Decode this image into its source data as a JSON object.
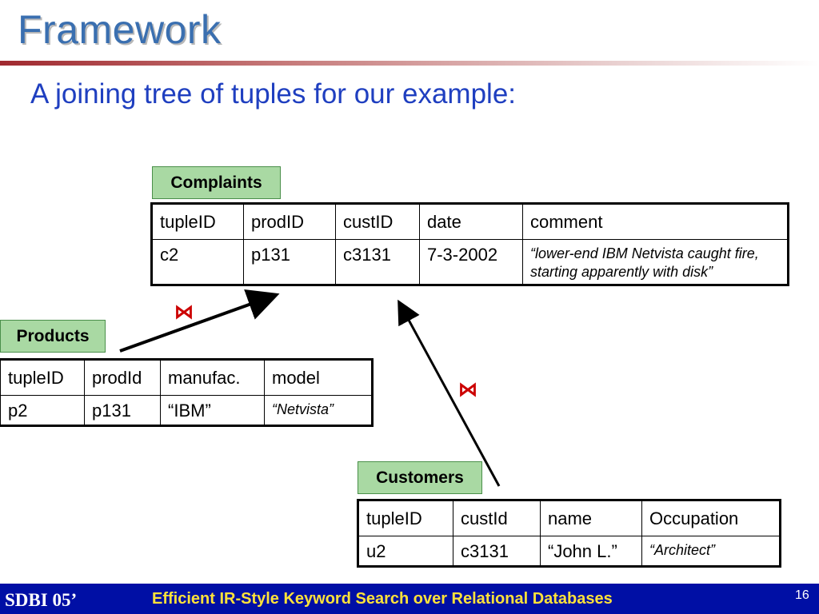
{
  "slide": {
    "title": "Framework",
    "subtitle": "A joining tree of tuples for our example:",
    "join_symbol": "⋈"
  },
  "complaints": {
    "label": "Complaints",
    "headers": [
      "tupleID",
      "prodID",
      "custID",
      "date",
      "comment"
    ],
    "row": [
      "c2",
      "p131",
      "c3131",
      "7-3-2002",
      "“lower-end IBM Netvista caught fire, starting apparently with disk”"
    ]
  },
  "products": {
    "label": "Products",
    "headers": [
      "tupleID",
      "prodId",
      "manufac.",
      "model"
    ],
    "row": [
      "p2",
      "p131",
      "“IBM”",
      "“Netvista”"
    ]
  },
  "customers": {
    "label": "Customers",
    "headers": [
      "tupleID",
      "custId",
      "name",
      "Occupation"
    ],
    "row": [
      "u2",
      "c3131",
      "“John L.”",
      "“Architect”"
    ]
  },
  "footer": {
    "left": "SDBI 05’",
    "center": "Efficient IR-Style Keyword Search over Relational Databases",
    "page": "16"
  },
  "colors": {
    "title": "#3a6fb0",
    "subtitle": "#1f3fc0",
    "label_bg": "#a9d9a3",
    "join": "#cc0000",
    "footer_bg": "#000fa5",
    "footer_text": "#ffe23a"
  }
}
